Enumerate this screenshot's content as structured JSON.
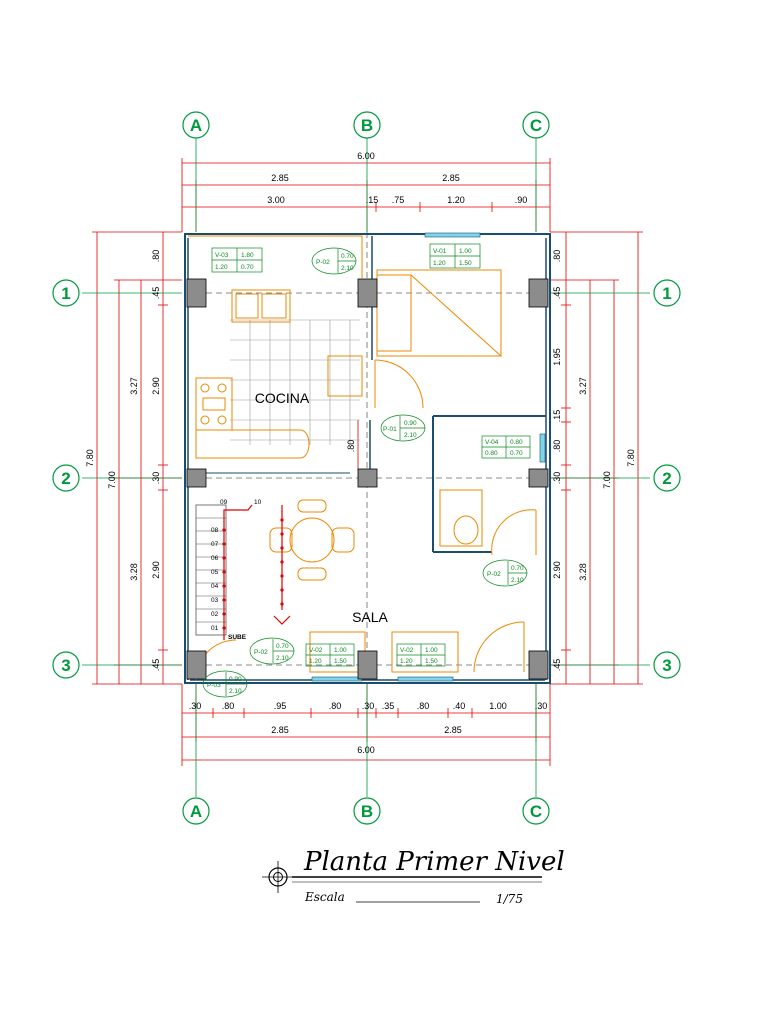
{
  "axes": {
    "columns": [
      "A",
      "B",
      "C"
    ],
    "rows": [
      "1",
      "2",
      "3"
    ]
  },
  "rooms": {
    "kitchen": "COCINA",
    "living": "SALA"
  },
  "stairs": {
    "steps": [
      "01",
      "02",
      "03",
      "04",
      "05",
      "06",
      "07",
      "08",
      "09",
      "10"
    ],
    "up_label": "SUBE"
  },
  "dimensions": {
    "top_total": "6.00",
    "top_half_left": "2.85",
    "top_half_right": "2.85",
    "top_segments": [
      "3.00",
      ".15",
      ".75",
      "1.20",
      ".90"
    ],
    "bottom_segments": [
      ".30",
      ".80",
      ".95",
      ".80",
      ".30",
      ".35",
      ".80",
      ".40",
      "1.00",
      ".30"
    ],
    "bottom_half_left": "2.85",
    "bottom_half_right": "2.85",
    "bottom_total": "6.00",
    "left_total": "7.80",
    "left_axes_total": "7.00",
    "left_between_1_2": "3.27",
    "left_between_2_3": "3.28",
    "left_segments": [
      ".80",
      ".45",
      "2.90",
      ".30",
      "2.90",
      ".45"
    ],
    "left_interior": ".80",
    "right_segments": [
      ".80",
      ".45",
      "1.95",
      ".15",
      ".80",
      ".30",
      "2.90",
      ".45"
    ],
    "right_between_1_2": "3.27",
    "right_between_2_3": "3.28",
    "right_axes_total": "7.00",
    "right_total": "7.80"
  },
  "windows": [
    {
      "code": "V-03",
      "w": "1.80",
      "sill": "1.20",
      "h": "0.70"
    },
    {
      "code": "V-01",
      "w": "1.00",
      "sill": "1.20",
      "h": "1.50"
    },
    {
      "code": "V-04",
      "w": "0.80",
      "sill": "0.80",
      "h": "0.70"
    },
    {
      "code": "V-02",
      "w": "1.00",
      "sill": "1.20",
      "h": "1.50"
    },
    {
      "code": "V-02",
      "w": "1.00",
      "sill": "1.20",
      "h": "1.50"
    }
  ],
  "doors": [
    {
      "code": "P-02",
      "w": "0.70",
      "h": "2.10"
    },
    {
      "code": "P-01",
      "w": "0.90",
      "h": "2.10"
    },
    {
      "code": "P-02",
      "w": "0.70",
      "h": "2.10"
    },
    {
      "code": "P-02",
      "w": "0.70",
      "h": "2.10"
    },
    {
      "code": "P-03",
      "w": "0.90",
      "h": "2.10"
    }
  ],
  "title": {
    "main": "Planta Primer Nivel",
    "scale_label": "Escala",
    "scale_value": "1/75"
  },
  "colors": {
    "dimension": "#e00000",
    "axis": "#009a3c",
    "wall": "#1a4d6e",
    "furniture": "#ee8800",
    "column": "#8c8c8c",
    "tag": "#0a8a1e"
  }
}
